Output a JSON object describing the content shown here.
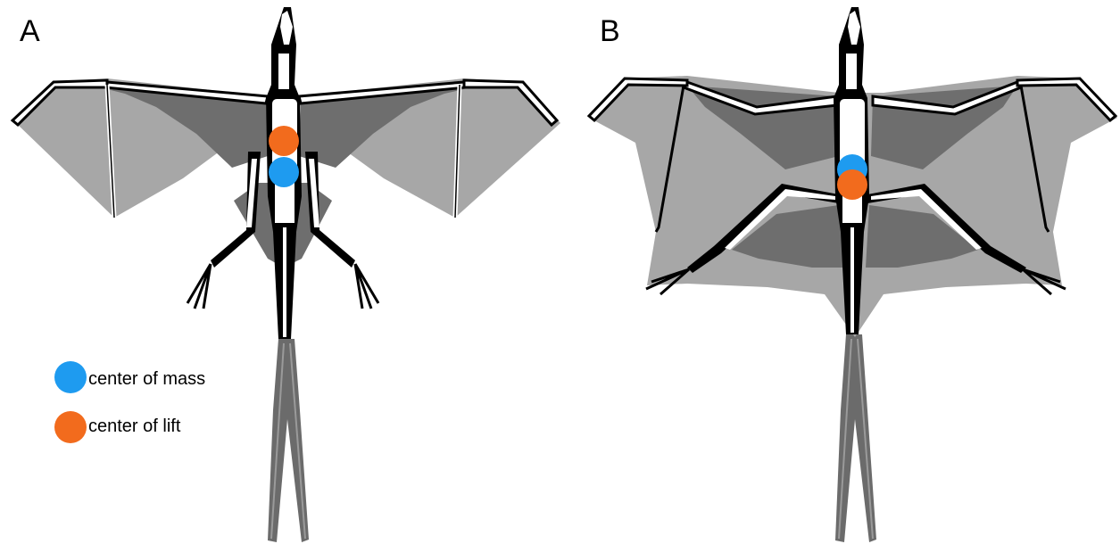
{
  "figure": {
    "panels": [
      {
        "label": "A",
        "pose": "wings-extended-hindlimbs-tucked"
      },
      {
        "label": "B",
        "pose": "wings-and-hindlimbs-extended-with-uropatagium"
      }
    ],
    "legend": [
      {
        "label": "center of mass",
        "color": "#1e9bf0"
      },
      {
        "label": "center of lift",
        "color": "#f26b1d"
      }
    ],
    "colors": {
      "membrane_light": "#a7a7a7",
      "membrane_dark": "#6e6e6e",
      "bone": "#ffffff",
      "bone_outline": "#000000",
      "tail_vane": "#6b6b6b"
    }
  }
}
